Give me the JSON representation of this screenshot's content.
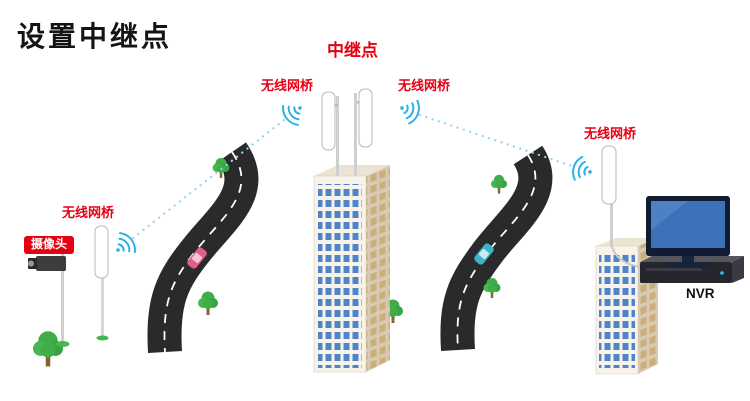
{
  "page": {
    "title": "设置中继点"
  },
  "labels": {
    "relay_point": "中继点",
    "wireless_bridge": "无线网桥",
    "camera": "摄像头",
    "nvr": "NVR"
  },
  "colors": {
    "label_red": "#e60012",
    "signal_blue": "#2fb1e5",
    "dotted_link_blue": "#8fd4f2",
    "road_dark": "#2a2a2a",
    "tree_green": "#3fae49",
    "building_front": "#f7f3ea",
    "building_side": "#d7c9b2",
    "window_blue": "#4f84c8",
    "window_side_tan": "#c9a96f",
    "monitor_screen_blue": "#3e72b8",
    "camera_badge_bg": "#e60012",
    "camera_badge_text": "#ffffff"
  },
  "icons": {
    "wifi": "wifi-signal-icon",
    "tree": "tree-icon",
    "camera": "cctv-camera-icon",
    "car": "car-icon"
  }
}
